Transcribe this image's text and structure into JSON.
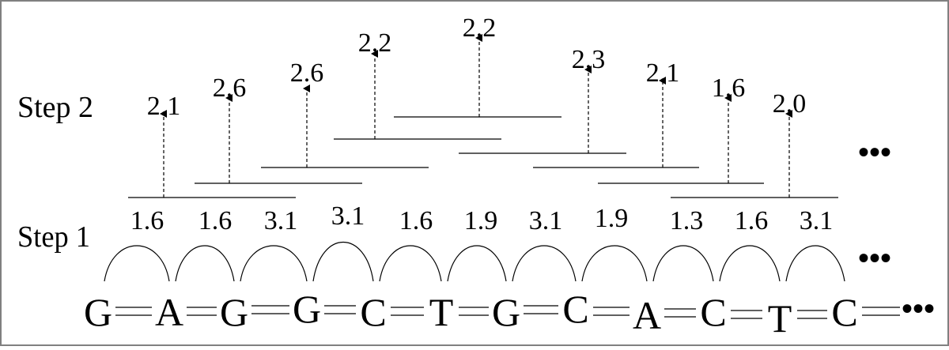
{
  "labels": {
    "step2": "Step 2",
    "step1": "Step 1"
  },
  "sequence": [
    "G",
    "A",
    "G",
    "G",
    "C",
    "T",
    "G",
    "C",
    "A",
    "C",
    "T",
    "C"
  ],
  "step1_values": [
    "1.6",
    "1.6",
    "3.1",
    "3.1",
    "1.6",
    "1.9",
    "3.1",
    "1.9",
    "1.3",
    "1.6",
    "3.1"
  ],
  "step2_values": [
    "2.1",
    "2.6",
    "2.6",
    "2.2",
    "2.2",
    "2.3",
    "2.1",
    "1.6",
    "2.0"
  ],
  "ellipsis": "•••",
  "colors": {
    "stroke": "#000000",
    "frame": "#808080"
  }
}
